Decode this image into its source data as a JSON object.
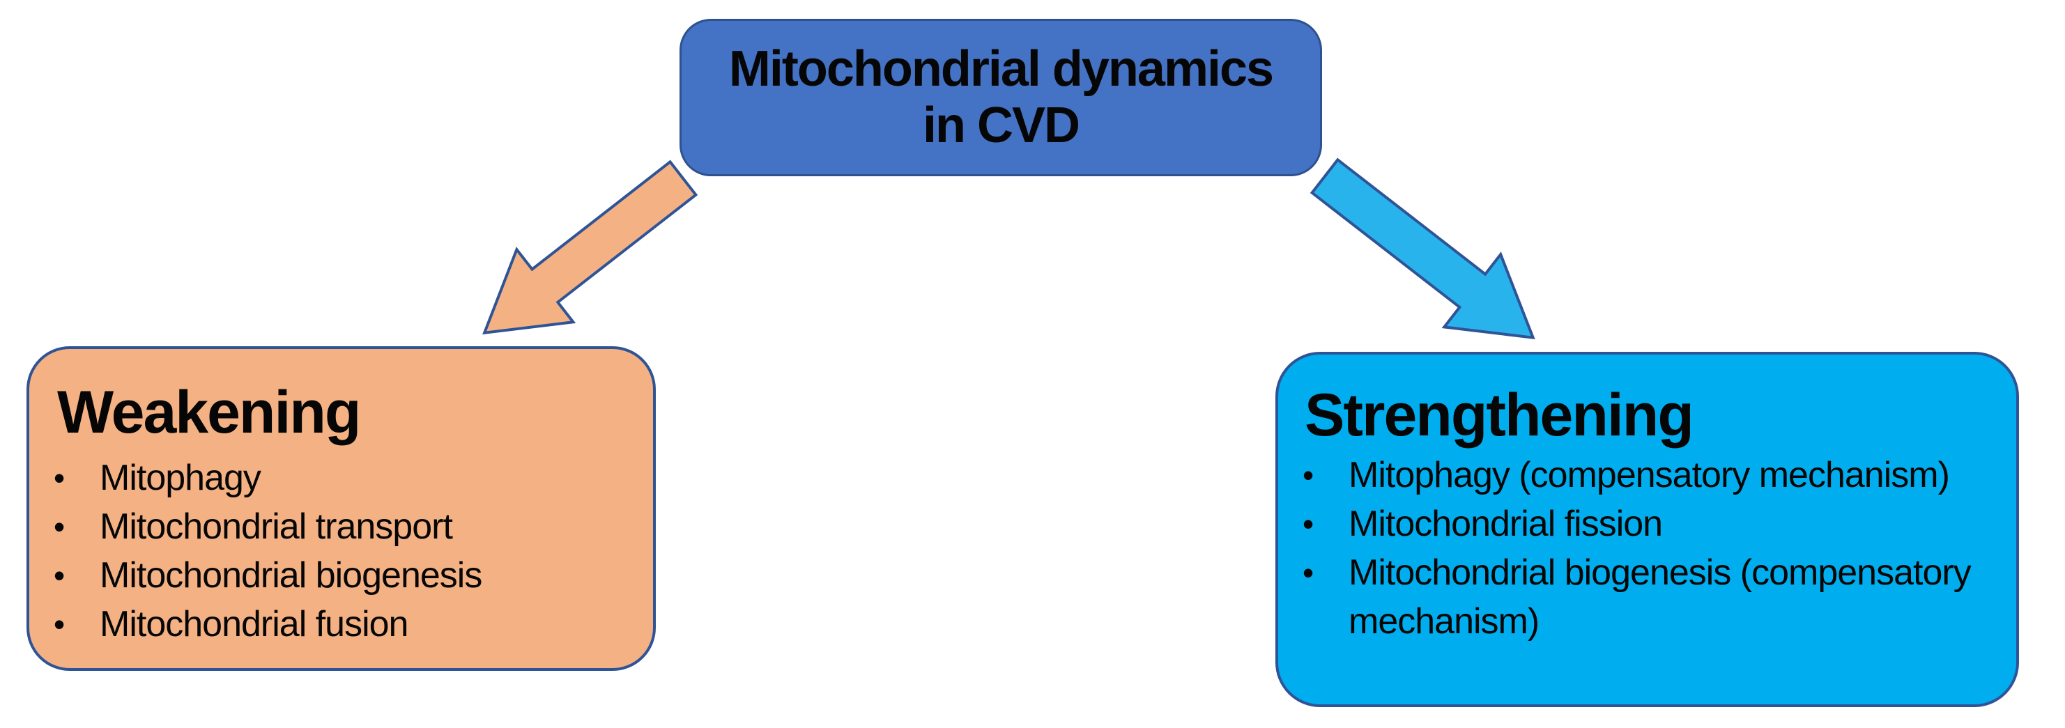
{
  "diagram_title": "Mitochondrial dynamics in CVD flow diagram",
  "bullet_glyph": "•",
  "colors": {
    "root_fill": "#4472C4",
    "root_border": "#2F528F",
    "weakening_fill": "#F4B183",
    "strengthening_fill": "#00AEEF",
    "side_border": "#2F5496",
    "arrow_left_fill": "#F4B183",
    "arrow_right_fill": "#29B3EC",
    "arrow_border": "#2F5496",
    "text": "#060606"
  },
  "root_box": {
    "line1": "Mitochondrial dynamics",
    "line2": "in CVD"
  },
  "weakening_box": {
    "heading": "Weakening",
    "items": [
      "Mitophagy",
      "Mitochondrial transport",
      "Mitochondrial biogenesis",
      "Mitochondrial fusion"
    ]
  },
  "strengthening_box": {
    "heading": "Strengthening",
    "items": [
      "Mitophagy (compensatory mechanism)",
      "Mitochondrial fission",
      "Mitochondrial biogenesis (compensatory mechanism)"
    ]
  }
}
